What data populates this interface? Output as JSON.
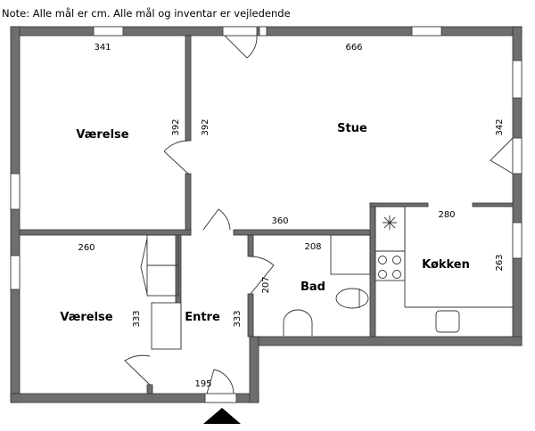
{
  "note": "Note: Alle mål er cm. Alle mål og inventar er vejledende",
  "rooms": {
    "bedroom1": "Værelse",
    "living": "Stue",
    "bedroom2": "Værelse",
    "entry": "Entre",
    "bath": "Bad",
    "kitchen": "Køkken"
  },
  "dims": {
    "bedroom1_width": "341",
    "bedroom1_height": "392",
    "living_height_left": "392",
    "living_width": "666",
    "living_height_right": "342",
    "corridor_width": "360",
    "kitchen_width": "280",
    "kitchen_height": "263",
    "bedroom2_width": "260",
    "bedroom2_height": "333",
    "entry_height": "333",
    "bath_width": "208",
    "bath_height": "207",
    "entry_width": "195"
  }
}
